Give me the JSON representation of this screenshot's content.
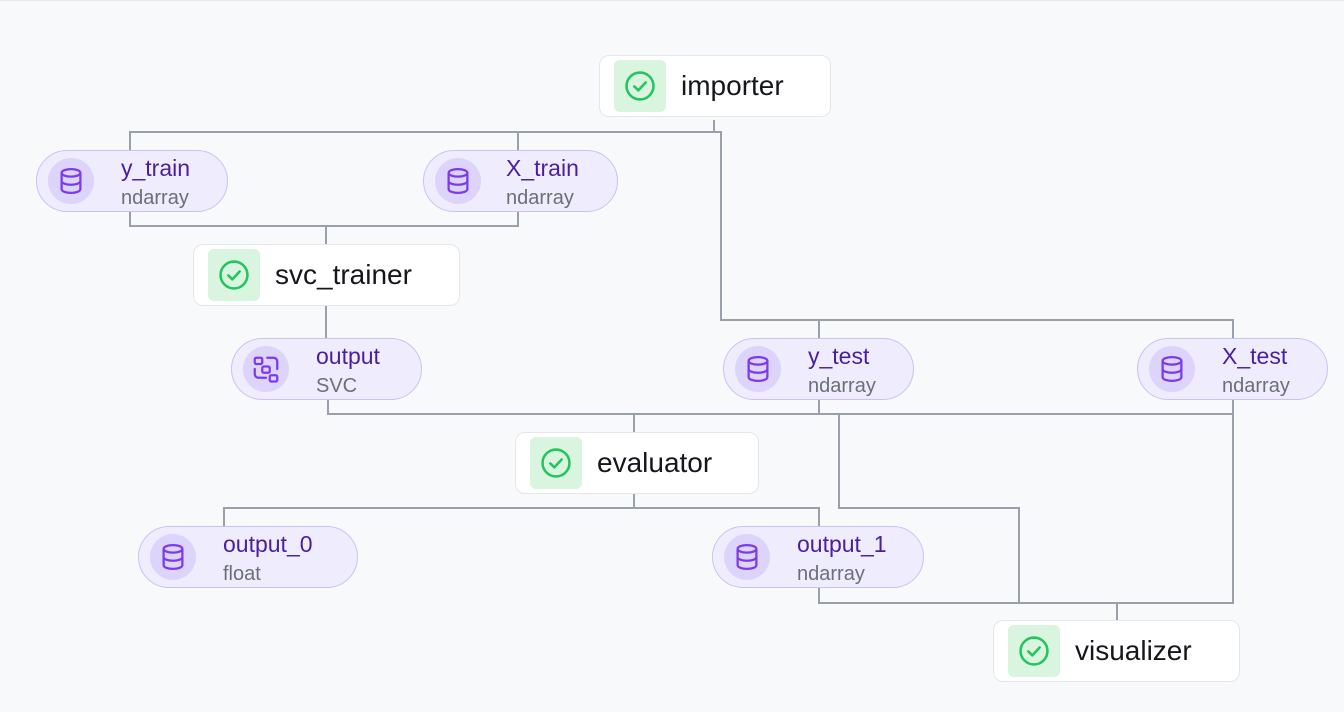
{
  "steps": {
    "importer": {
      "label": "importer",
      "status_icon": "check-circle-icon"
    },
    "svc_trainer": {
      "label": "svc_trainer",
      "status_icon": "check-circle-icon"
    },
    "evaluator": {
      "label": "evaluator",
      "status_icon": "check-circle-icon"
    },
    "visualizer": {
      "label": "visualizer",
      "status_icon": "check-circle-icon"
    }
  },
  "artifacts": {
    "y_train": {
      "name": "y_train",
      "type": "ndarray",
      "icon": "database-icon"
    },
    "X_train": {
      "name": "X_train",
      "type": "ndarray",
      "icon": "database-icon"
    },
    "output_svc": {
      "name": "output",
      "type": "SVC",
      "icon": "model-icon"
    },
    "y_test": {
      "name": "y_test",
      "type": "ndarray",
      "icon": "database-icon"
    },
    "X_test": {
      "name": "X_test",
      "type": "ndarray",
      "icon": "database-icon"
    },
    "output_0": {
      "name": "output_0",
      "type": "float",
      "icon": "database-icon"
    },
    "output_1": {
      "name": "output_1",
      "type": "ndarray",
      "icon": "database-icon"
    }
  },
  "colors": {
    "status_success": "#22c55e",
    "status_bg": "#d9f5df",
    "artifact_bg": "#efecfd",
    "artifact_icon": "#7c3aed",
    "artifact_name": "#4a1f9e",
    "edge": "#9aa0aa"
  }
}
